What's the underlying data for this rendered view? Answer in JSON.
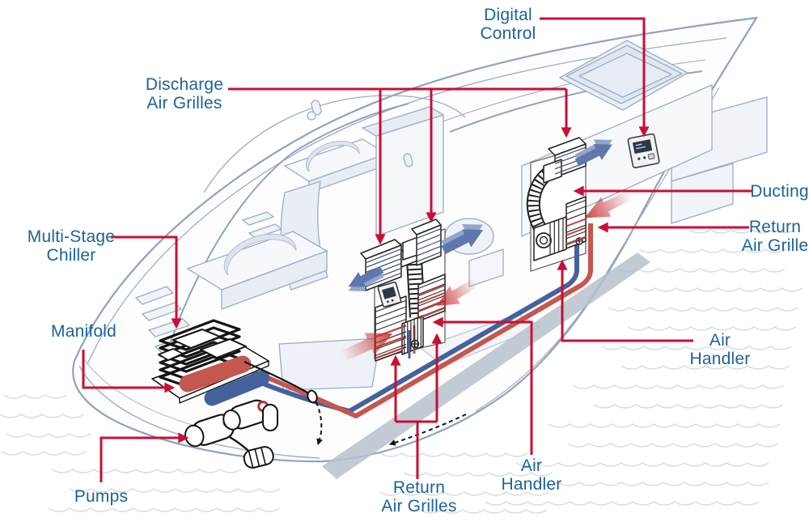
{
  "diagram": {
    "labels": {
      "digital_control": "Digital\nControl",
      "discharge_air_grilles": "Discharge\nAir Grilles",
      "multi_stage_chiller": "Multi-Stage\nChiller",
      "manifold": "Manifold",
      "pumps": "Pumps",
      "return_air_grilles": "Return\nAir Grilles",
      "air_handler_mid": "Air\nHandler",
      "air_handler_aft": "Air\nHandler",
      "ducting": "Ducting",
      "return_air_grille": "Return\nAir Grille"
    },
    "colors": {
      "label_text": "#1d6398",
      "leader_red": "#c90f33",
      "pipe_red": "#c4574e",
      "pipe_blue": "#44619e",
      "discharge_air_blue": "#5f77ac",
      "warm_air_red": "#c62f2c",
      "hull_line": "#8ea3bf",
      "water_wave": "#d7dbe1",
      "ink": "#141414"
    },
    "components": {
      "chiller": "multi-stage-chiller-unit",
      "manifold": "coolant-manifold",
      "pumps": "seawater-pumps",
      "air_handler_mid": "midship-air-handler",
      "air_handler_aft": "aft-air-handler",
      "digital_control": "digital-control-panel"
    }
  }
}
